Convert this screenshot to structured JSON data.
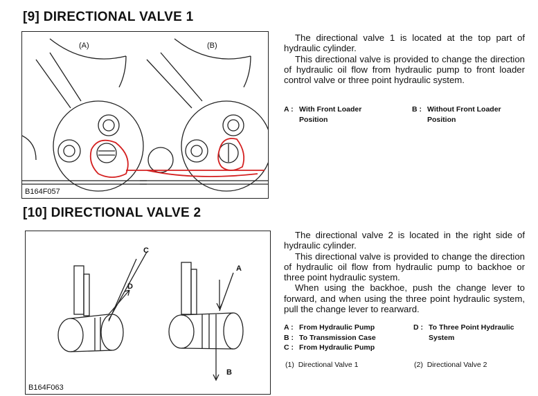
{
  "section9": {
    "title": "[9] DIRECTIONAL VALVE 1",
    "figure_id": "B164F057",
    "fig_label_a": "(A)",
    "fig_label_b": "(B)",
    "para1": "The directional valve 1 is located at the top part of hydraulic cylinder.",
    "para2": "This directional valve is provided to change the direction of hydraulic oil flow from hydraulic pump to front loader control valve or three point hydraulic system.",
    "legend": [
      {
        "key": "A :",
        "value": "With Front Loader Position"
      },
      {
        "key": "B :",
        "value": "Without Front Loader Position"
      }
    ]
  },
  "section10": {
    "title": "[10] DIRECTIONAL VALVE 2",
    "figure_id": "B164F063",
    "fig_labels": {
      "a": "A",
      "b": "B",
      "c": "C",
      "d": "D"
    },
    "para1": "The directional valve 2 is located in the right side of hydraulic cylinder.",
    "para2": "This directional valve is provided to change the direction of hydraulic oil flow from hydraulic pump to backhoe or three point hydraulic system.",
    "para3": "When using the backhoe, push the change lever to forward, and when using the three point hydraulic system, pull the change lever to rearward.",
    "legend": [
      {
        "key": "A :",
        "value": "From Hydraulic Pump"
      },
      {
        "key": "B :",
        "value": "To Transmission Case"
      },
      {
        "key": "C :",
        "value": "From Hydraulic Pump"
      },
      {
        "key": "D :",
        "value": "To Three Point Hydraulic System"
      }
    ],
    "refs": [
      {
        "key": "(1)",
        "value": "Directional Valve 1"
      },
      {
        "key": "(2)",
        "value": "Directional Valve 2"
      }
    ]
  },
  "colors": {
    "annotation": "#d42020"
  }
}
